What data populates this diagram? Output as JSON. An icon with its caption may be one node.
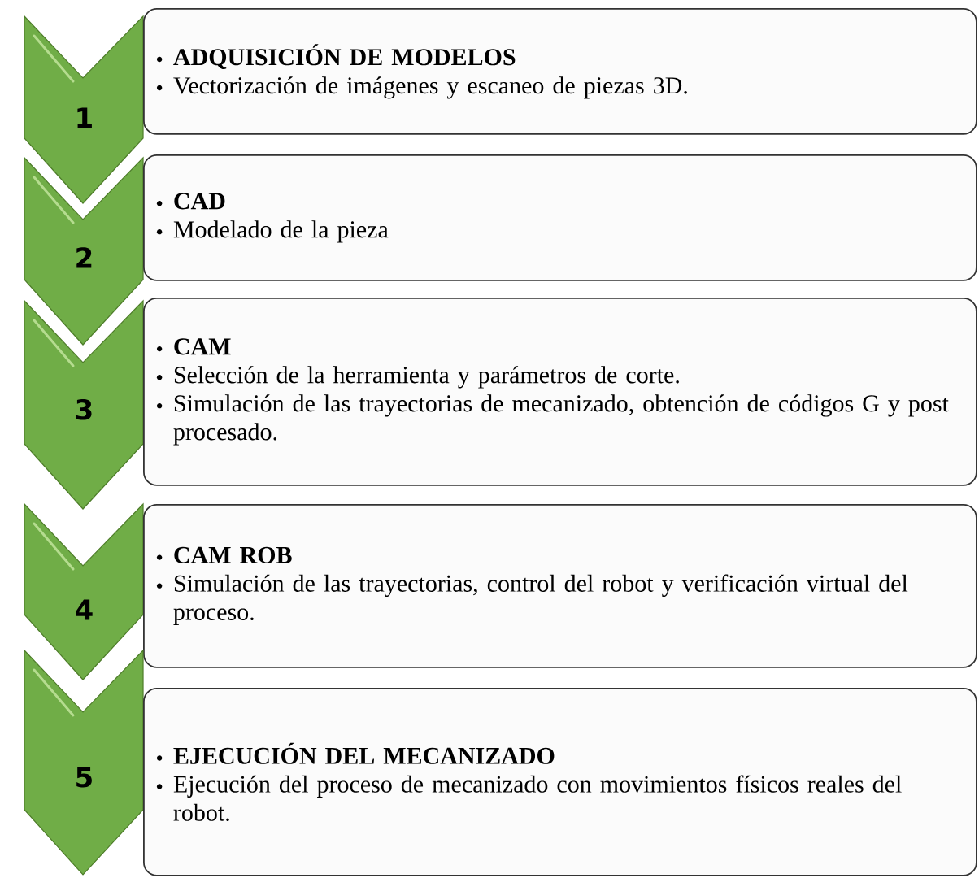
{
  "diagram": {
    "nodes": [
      {
        "text": [
          "1"
        ]
      },
      {
        "text": [
          "ADQUISICIÓN DE MODELOS",
          "Vectorización de imágenes y escaneo de piezas 3D."
        ]
      },
      {
        "text": [
          "2"
        ]
      },
      {
        "text": [
          "CAD",
          "Modelado de la pieza"
        ]
      },
      {
        "text": [
          "3"
        ]
      },
      {
        "text": [
          "CAM",
          "Selección de la herramienta y parámetros de corte.",
          "Simulación de las trayectorias de mecanizado, obtención de códigos G y post procesado."
        ]
      },
      {
        "text": [
          "4"
        ]
      },
      {
        "text": [
          "CAM ROB",
          "Simulación de las trayectorias, control del robot y verificación virtual del proceso."
        ]
      },
      {
        "text": [
          "5"
        ]
      },
      {
        "text": [
          "EJECUCIÓN DEL MECANIZADO",
          "Ejecución del proceso de mecanizado con movimientos físicos reales del robot."
        ]
      }
    ]
  }
}
